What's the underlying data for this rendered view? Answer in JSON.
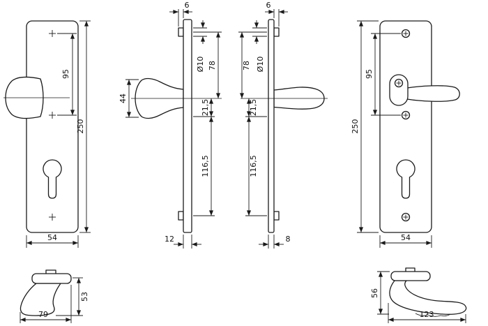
{
  "drawing": {
    "colors": {
      "line": "#1a1a1a",
      "background": "#ffffff"
    },
    "views": {
      "exterior_plate": {
        "dim_screw_spacing": "95",
        "dim_plate_height": "250",
        "dim_plate_width": "54"
      },
      "knob_side": {
        "dim_boss_offset": "6",
        "dim_knob_face": "44",
        "dim_hole_diameter": "Ø10",
        "dim_screw_to_spindle": "78",
        "dim_spindle_to_cylinder": "21,5",
        "dim_cylinder_to_screw": "116,5",
        "dim_plate_thickness": "12"
      },
      "lever_side": {
        "dim_boss_offset": "6",
        "dim_hole_diameter": "Ø10",
        "dim_screw_to_spindle": "78",
        "dim_spindle_to_cylinder": "21,5",
        "dim_cylinder_to_screw": "116,5",
        "dim_plate_thickness": "8"
      },
      "interior_plate": {
        "dim_screw_spacing": "95",
        "dim_plate_height": "250",
        "dim_plate_width": "54"
      },
      "knob_profile": {
        "dim_width": "79",
        "dim_height": "53"
      },
      "lever_profile": {
        "dim_width": "123",
        "dim_height": "56"
      }
    }
  }
}
